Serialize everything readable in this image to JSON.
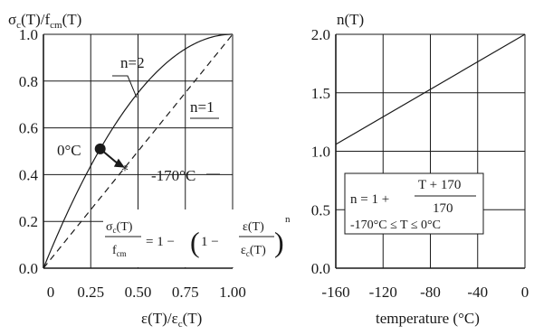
{
  "colors": {
    "ink": "#1a1a1a",
    "grid": "#1a1a1a",
    "curve": "#333333"
  },
  "chart_data": [
    {
      "type": "line",
      "title": "",
      "ylabel": {
        "base": "σ",
        "sub": "c",
        "mid": "(T)/f",
        "sub2": "cm",
        "end": "(T)"
      },
      "xlabel": "ε(T)/ε",
      "xlabel_sub": "c",
      "xlabel_end": "(T)",
      "xlim": [
        0,
        1
      ],
      "ylim": [
        0,
        1
      ],
      "x_ticks": [
        0,
        0.25,
        0.5,
        0.75,
        1.0
      ],
      "x_tick_labels": [
        "0",
        "0.25",
        "0.50",
        "0.75",
        "1.00"
      ],
      "y_ticks": [
        0,
        0.2,
        0.4,
        0.6,
        0.8,
        1.0
      ],
      "y_tick_labels": [
        "0.0",
        "0.2",
        "0.4",
        "0.6",
        "0.8",
        "1.0"
      ],
      "grid": true,
      "series": [
        {
          "name": "n=2",
          "style": "solid",
          "n": 2,
          "x": [
            0,
            0.1,
            0.2,
            0.3,
            0.4,
            0.5,
            0.6,
            0.7,
            0.8,
            0.9,
            1.0
          ],
          "y": [
            0,
            0.19,
            0.36,
            0.51,
            0.64,
            0.75,
            0.84,
            0.91,
            0.96,
            0.99,
            1.0
          ]
        },
        {
          "name": "n=1",
          "style": "dashed",
          "n": 1,
          "x": [
            0,
            1.0
          ],
          "y": [
            0,
            1.0
          ]
        }
      ],
      "annotations": [
        {
          "text": "0°C",
          "x": 0.3,
          "y": 0.51,
          "marker": "dot"
        },
        {
          "text": "-170°C",
          "x": 0.43,
          "y": 0.43,
          "marker": "star"
        }
      ],
      "formula": {
        "lhs_num": "σ",
        "lhs_num_sub": "c",
        "lhs_num_end": "(T)",
        "lhs_den": "f",
        "lhs_den_sub": "cm",
        "eq": "= 1 −",
        "inner_one": "1 −",
        "inner_num": "ε(T)",
        "inner_den": "ε",
        "inner_den_sub": "c",
        "inner_den_end": "(T)",
        "exp": "n"
      }
    },
    {
      "type": "line",
      "title": "",
      "ylabel": "n(T)",
      "xlabel": "temperature (°C)",
      "xlim": [
        -160,
        0
      ],
      "ylim": [
        0,
        2
      ],
      "x_ticks": [
        -160,
        -120,
        -80,
        -40,
        0
      ],
      "x_tick_labels": [
        "-160",
        "-120",
        "-80",
        "-40",
        "0"
      ],
      "y_ticks": [
        0,
        0.5,
        1.0,
        1.5,
        2.0
      ],
      "y_tick_labels": [
        "0.0",
        "0.5",
        "1.0",
        "1.5",
        "2.0"
      ],
      "grid": true,
      "series": [
        {
          "name": "",
          "x": [
            -160,
            0
          ],
          "y": [
            1.0588,
            2.0
          ]
        }
      ],
      "formula": {
        "lhs": "n = 1 +",
        "num": "T + 170",
        "den": "170",
        "range": "-170°C ≤ T ≤ 0°C"
      }
    }
  ]
}
